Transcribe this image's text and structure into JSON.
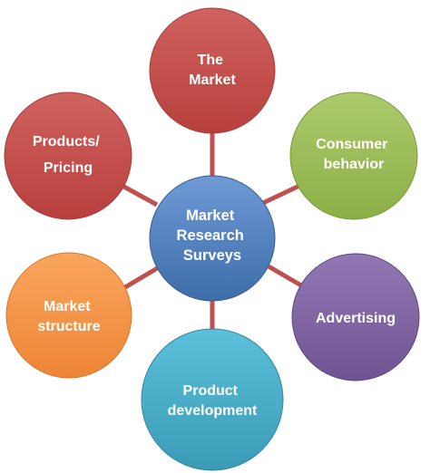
{
  "center": {
    "lines": [
      "Market",
      "Research",
      "Surveys"
    ],
    "color": "#4f81bd"
  },
  "connector_color": "#c0504d",
  "nodes": [
    {
      "id": "the-market",
      "lines": [
        "The",
        "Market"
      ],
      "color": "#c0504d"
    },
    {
      "id": "consumer-behavior",
      "lines": [
        "Consumer",
        "behavior"
      ],
      "color": "#9bbb59"
    },
    {
      "id": "advertising",
      "lines": [
        "Advertising"
      ],
      "color": "#8064a2"
    },
    {
      "id": "product-development",
      "lines": [
        "Product",
        "development"
      ],
      "color": "#4bacc6"
    },
    {
      "id": "market-structure",
      "lines": [
        "Market",
        "structure"
      ],
      "color": "#f79646"
    },
    {
      "id": "products-pricing",
      "lines": [
        "Products/",
        "Pricing"
      ],
      "color": "#c0504d"
    }
  ]
}
